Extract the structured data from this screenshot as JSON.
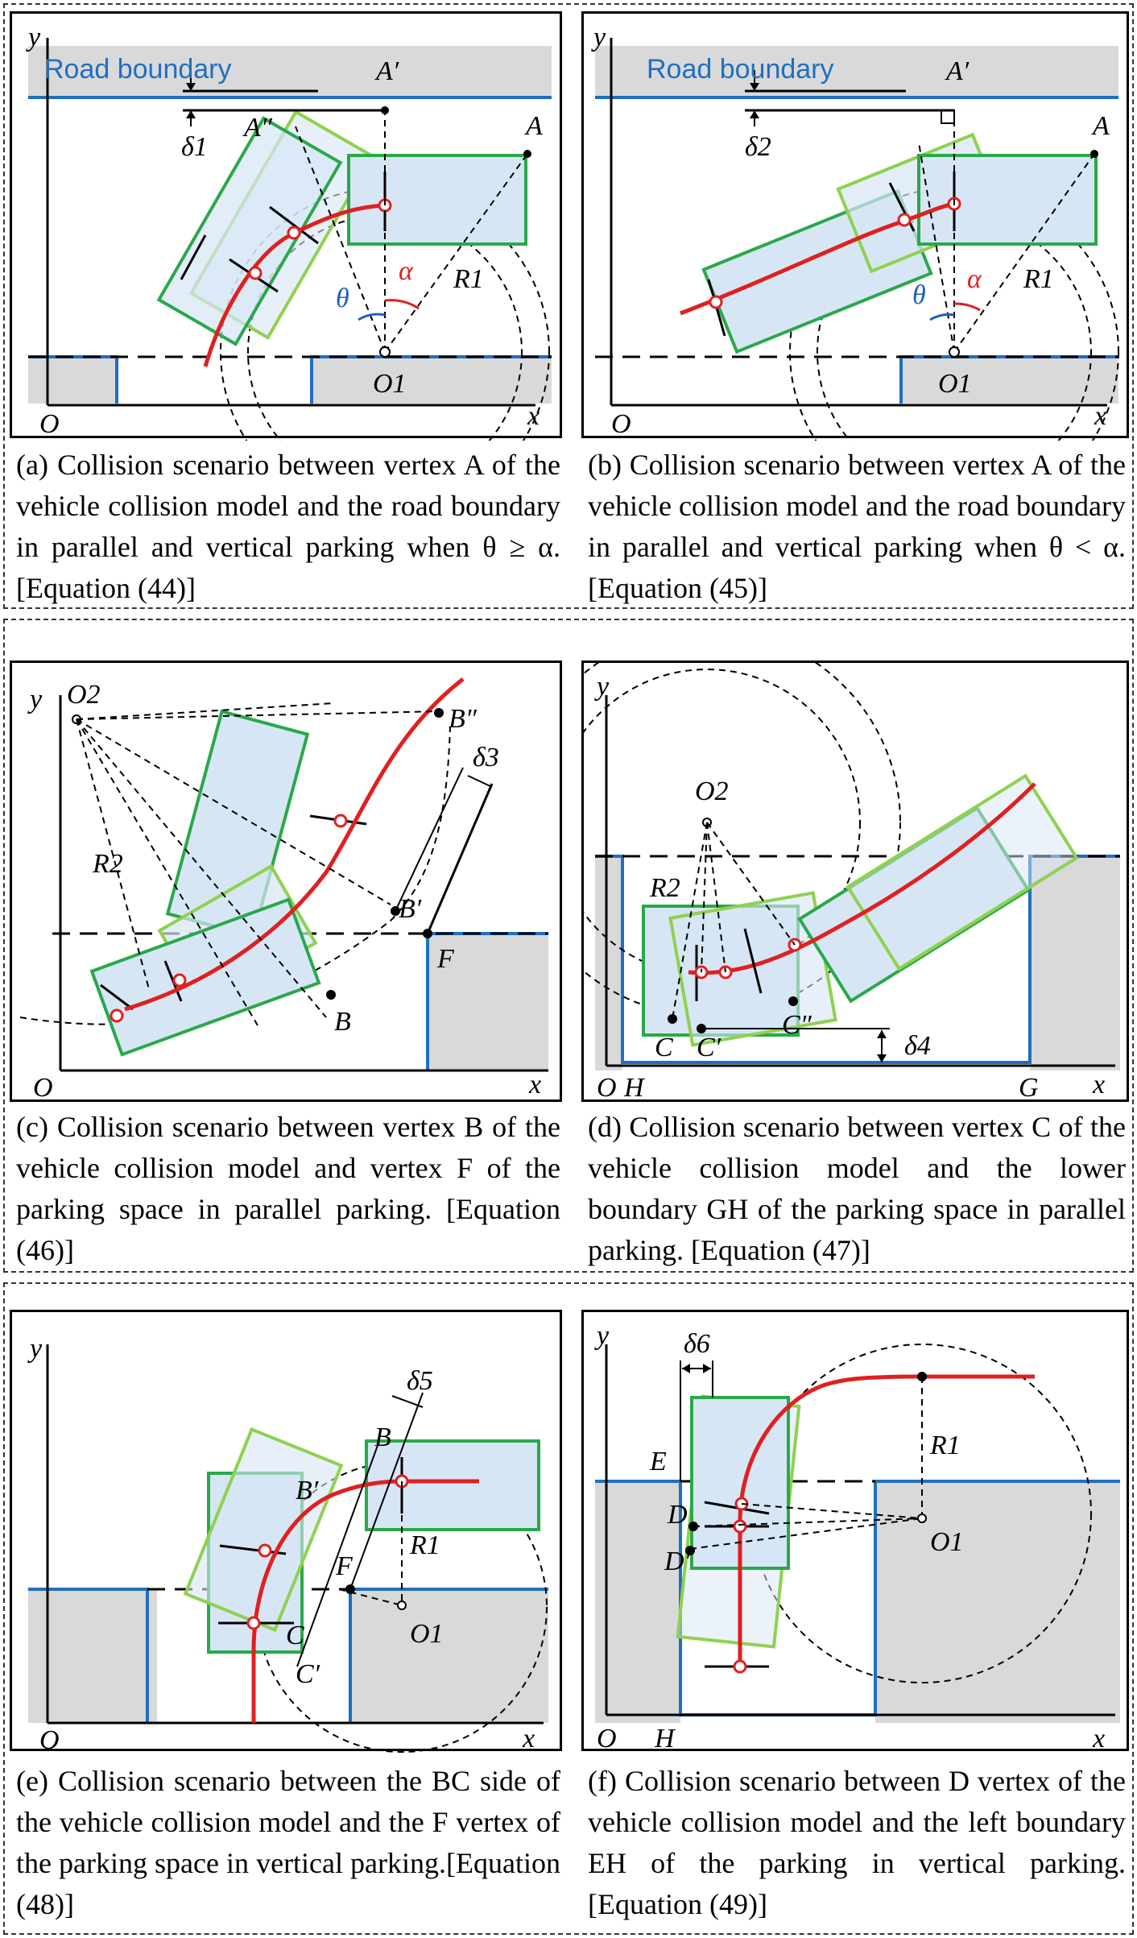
{
  "colors": {
    "road": "#1f6fc0",
    "path": "#e02020",
    "vehicle_dark": "#2aa84a",
    "vehicle_light": "#8fd14f",
    "vehicle_fill": "#d7e6f5",
    "obstacle": "#d9d9d9"
  },
  "panels": [
    {
      "id": "a",
      "caption": "(a) Collision scenario between vertex A of the vehicle collision model and the road boundary in parallel and vertical parking when θ ≥ α.[Equation (44)]",
      "labels": {
        "road": "Road boundary",
        "y": "y",
        "x": "x",
        "o": "O",
        "a": "A",
        "a1": "A′",
        "a2": "A″",
        "delta": "δ1",
        "theta": "θ",
        "alpha": "α",
        "r": "R1",
        "center": "O1"
      }
    },
    {
      "id": "b",
      "caption": "(b) Collision scenario between vertex A of the vehicle collision model and the road boundary in parallel and vertical parking when θ < α. [Equation (45)]",
      "labels": {
        "road": "Road boundary",
        "y": "y",
        "x": "x",
        "o": "O",
        "a": "A",
        "a1": "A′",
        "delta": "δ2",
        "theta": "θ",
        "alpha": "α",
        "r": "R1",
        "center": "O1"
      }
    },
    {
      "id": "c",
      "caption": "(c) Collision scenario between vertex B of the vehicle collision model and vertex F of the parking space in parallel parking. [Equation (46)]",
      "labels": {
        "y": "y",
        "x": "x",
        "o": "O",
        "b": "B",
        "b1": "B′",
        "b2": "B″",
        "f": "F",
        "delta": "δ3",
        "r": "R2",
        "center": "O2"
      }
    },
    {
      "id": "d",
      "caption": "(d) Collision scenario between vertex C of the vehicle collision model and the lower boundary GH of the parking space in parallel parking. [Equation (47)]",
      "labels": {
        "y": "y",
        "x": "x",
        "o": "O",
        "h": "H",
        "g": "G",
        "c": "C",
        "c1": "C′",
        "c2": "C″",
        "delta": "δ4",
        "r": "R2",
        "center": "O2"
      }
    },
    {
      "id": "e",
      "caption": "(e) Collision scenario between the BC side of the vehicle collision model and the F vertex of the parking space in vertical parking.[Equation (48)]",
      "labels": {
        "y": "y",
        "x": "x",
        "o": "O",
        "b": "B",
        "b1": "B′",
        "c": "C",
        "c1": "C′",
        "f": "F",
        "delta": "δ5",
        "r": "R1",
        "center": "O1"
      }
    },
    {
      "id": "f",
      "caption": "(f) Collision scenario between D vertex of the vehicle collision model and the left boundary EH of the parking in vertical parking.[Equation (49)]",
      "labels": {
        "y": "y",
        "x": "x",
        "o": "O",
        "h": "H",
        "e": "E",
        "d": "D",
        "d1": "D′",
        "delta": "δ6",
        "r": "R1",
        "center": "O1"
      }
    }
  ]
}
